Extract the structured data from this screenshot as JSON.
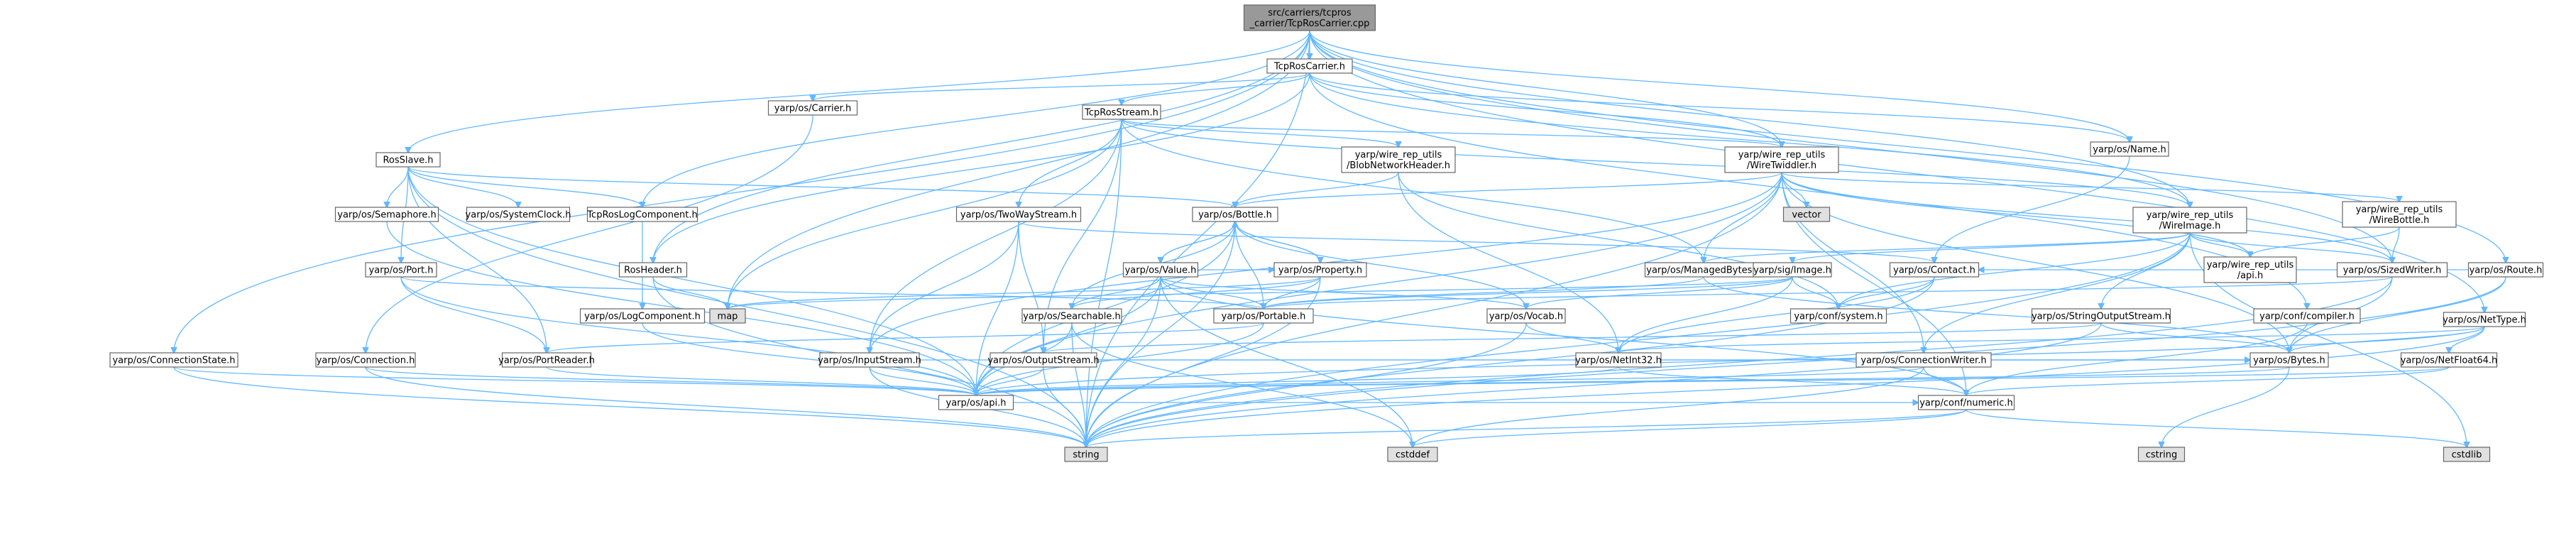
{
  "diagram": {
    "nodes": [
      {
        "id": "root",
        "lines": [
          "src/carriers/tcpros",
          "_carrier/TcpRosCarrier.cpp"
        ],
        "kind": "root"
      },
      {
        "id": "tcprosh",
        "lines": [
          "TcpRosCarrier.h"
        ],
        "kind": "normal"
      },
      {
        "id": "carrier",
        "lines": [
          "yarp/os/Carrier.h"
        ],
        "kind": "normal"
      },
      {
        "id": "stream",
        "lines": [
          "TcpRosStream.h"
        ],
        "kind": "normal"
      },
      {
        "id": "blob",
        "lines": [
          "yarp/wire_rep_utils",
          "/BlobNetworkHeader.h"
        ],
        "kind": "normal"
      },
      {
        "id": "twiddler",
        "lines": [
          "yarp/wire_rep_utils",
          "/WireTwiddler.h"
        ],
        "kind": "normal"
      },
      {
        "id": "name",
        "lines": [
          "yarp/os/Name.h"
        ],
        "kind": "normal"
      },
      {
        "id": "rosslave",
        "lines": [
          "RosSlave.h"
        ],
        "kind": "normal"
      },
      {
        "id": "semaphore",
        "lines": [
          "yarp/os/Semaphore.h"
        ],
        "kind": "normal"
      },
      {
        "id": "sysclock",
        "lines": [
          "yarp/os/SystemClock.h"
        ],
        "kind": "missing"
      },
      {
        "id": "tcpros_log",
        "lines": [
          "TcpRosLogComponent.h"
        ],
        "kind": "normal"
      },
      {
        "id": "twoway",
        "lines": [
          "yarp/os/TwoWayStream.h"
        ],
        "kind": "normal"
      },
      {
        "id": "bottle",
        "lines": [
          "yarp/os/Bottle.h"
        ],
        "kind": "normal"
      },
      {
        "id": "wireimage",
        "lines": [
          "yarp/wire_rep_utils",
          "/WireImage.h"
        ],
        "kind": "normal"
      },
      {
        "id": "wirebottle",
        "lines": [
          "yarp/wire_rep_utils",
          "/WireBottle.h"
        ],
        "kind": "normal"
      },
      {
        "id": "vector",
        "lines": [
          "vector"
        ],
        "kind": "system"
      },
      {
        "id": "route",
        "lines": [
          "yarp/os/Route.h"
        ],
        "kind": "normal"
      },
      {
        "id": "port",
        "lines": [
          "yarp/os/Port.h"
        ],
        "kind": "missing"
      },
      {
        "id": "rosheader",
        "lines": [
          "RosHeader.h"
        ],
        "kind": "normal"
      },
      {
        "id": "value",
        "lines": [
          "yarp/os/Value.h"
        ],
        "kind": "normal"
      },
      {
        "id": "property",
        "lines": [
          "yarp/os/Property.h"
        ],
        "kind": "normal"
      },
      {
        "id": "managedbytes",
        "lines": [
          "yarp/os/ManagedBytes.h"
        ],
        "kind": "missing"
      },
      {
        "id": "contact",
        "lines": [
          "yarp/os/Contact.h"
        ],
        "kind": "missing"
      },
      {
        "id": "sigimage",
        "lines": [
          "yarp/sig/Image.h"
        ],
        "kind": "missing"
      },
      {
        "id": "wireapi",
        "lines": [
          "yarp/wire_rep_utils",
          "/api.h"
        ],
        "kind": "missing"
      },
      {
        "id": "sizedwriter",
        "lines": [
          "yarp/os/SizedWriter.h"
        ],
        "kind": "missing"
      },
      {
        "id": "logcomp",
        "lines": [
          "yarp/os/LogComponent.h"
        ],
        "kind": "missing"
      },
      {
        "id": "map",
        "lines": [
          "map"
        ],
        "kind": "system"
      },
      {
        "id": "searchable",
        "lines": [
          "yarp/os/Searchable.h"
        ],
        "kind": "normal"
      },
      {
        "id": "portable",
        "lines": [
          "yarp/os/Portable.h"
        ],
        "kind": "missing"
      },
      {
        "id": "vocab",
        "lines": [
          "yarp/os/Vocab.h"
        ],
        "kind": "normal"
      },
      {
        "id": "confsystem",
        "lines": [
          "yarp/conf/system.h"
        ],
        "kind": "normal"
      },
      {
        "id": "stringout",
        "lines": [
          "yarp/os/StringOutputStream.h"
        ],
        "kind": "normal"
      },
      {
        "id": "compiler",
        "lines": [
          "yarp/conf/compiler.h"
        ],
        "kind": "normal"
      },
      {
        "id": "nettype",
        "lines": [
          "yarp/os/NetType.h"
        ],
        "kind": "normal"
      },
      {
        "id": "connstate",
        "lines": [
          "yarp/os/ConnectionState.h"
        ],
        "kind": "normal"
      },
      {
        "id": "connection",
        "lines": [
          "yarp/os/Connection.h"
        ],
        "kind": "normal"
      },
      {
        "id": "portreader",
        "lines": [
          "yarp/os/PortReader.h"
        ],
        "kind": "normal"
      },
      {
        "id": "inputstream",
        "lines": [
          "yarp/os/InputStream.h"
        ],
        "kind": "normal"
      },
      {
        "id": "outputstream",
        "lines": [
          "yarp/os/OutputStream.h"
        ],
        "kind": "normal"
      },
      {
        "id": "netint32",
        "lines": [
          "yarp/os/NetInt32.h"
        ],
        "kind": "normal"
      },
      {
        "id": "connwriter",
        "lines": [
          "yarp/os/ConnectionWriter.h"
        ],
        "kind": "normal"
      },
      {
        "id": "bytes",
        "lines": [
          "yarp/os/Bytes.h"
        ],
        "kind": "normal"
      },
      {
        "id": "netfloat64",
        "lines": [
          "yarp/os/NetFloat64.h"
        ],
        "kind": "normal"
      },
      {
        "id": "api",
        "lines": [
          "yarp/os/api.h"
        ],
        "kind": "missing"
      },
      {
        "id": "numeric",
        "lines": [
          "yarp/conf/numeric.h"
        ],
        "kind": "missing"
      },
      {
        "id": "string",
        "lines": [
          "string"
        ],
        "kind": "system"
      },
      {
        "id": "cstddef",
        "lines": [
          "cstddef"
        ],
        "kind": "system"
      },
      {
        "id": "cstring",
        "lines": [
          "cstring"
        ],
        "kind": "system"
      },
      {
        "id": "cstdlib",
        "lines": [
          "cstdlib"
        ],
        "kind": "system"
      }
    ],
    "edges": [
      [
        "root",
        "tcprosh"
      ],
      [
        "root",
        "rosslave"
      ],
      [
        "root",
        "tcpros_log"
      ],
      [
        "root",
        "map"
      ],
      [
        "root",
        "connstate"
      ],
      [
        "root",
        "string"
      ],
      [
        "root",
        "route"
      ],
      [
        "root",
        "nettype"
      ],
      [
        "root",
        "wireimage"
      ],
      [
        "root",
        "rosheader"
      ],
      [
        "root",
        "name"
      ],
      [
        "root",
        "twiddler"
      ],
      [
        "root",
        "sizedwriter"
      ],
      [
        "tcprosh",
        "carrier"
      ],
      [
        "tcprosh",
        "stream"
      ],
      [
        "tcprosh",
        "twiddler"
      ],
      [
        "tcprosh",
        "name"
      ],
      [
        "tcprosh",
        "wireimage"
      ],
      [
        "tcprosh",
        "rosheader"
      ],
      [
        "tcprosh",
        "compiler"
      ],
      [
        "carrier",
        "connection"
      ],
      [
        "stream",
        "blob"
      ],
      [
        "stream",
        "twiddler"
      ],
      [
        "stream",
        "twoway"
      ],
      [
        "stream",
        "inputstream"
      ],
      [
        "stream",
        "outputstream"
      ],
      [
        "stream",
        "managedbytes"
      ],
      [
        "stream",
        "string"
      ],
      [
        "stream",
        "map"
      ],
      [
        "stream",
        "wireimage"
      ],
      [
        "blob",
        "bottle"
      ],
      [
        "blob",
        "netint32"
      ],
      [
        "blob",
        "confsystem"
      ],
      [
        "twiddler",
        "bottle"
      ],
      [
        "twiddler",
        "vector"
      ],
      [
        "twiddler",
        "managedbytes"
      ],
      [
        "twiddler",
        "wirebottle"
      ],
      [
        "twiddler",
        "sizedwriter"
      ],
      [
        "twiddler",
        "wireapi"
      ],
      [
        "twiddler",
        "connwriter"
      ],
      [
        "twiddler",
        "string"
      ],
      [
        "twiddler",
        "bytes"
      ],
      [
        "twiddler",
        "inputstream"
      ],
      [
        "twiddler",
        "numeric"
      ],
      [
        "twiddler",
        "api"
      ],
      [
        "name",
        "contact"
      ],
      [
        "rosslave",
        "semaphore"
      ],
      [
        "rosslave",
        "sysclock"
      ],
      [
        "rosslave",
        "tcpros_log"
      ],
      [
        "rosslave",
        "port"
      ],
      [
        "rosslave",
        "bottle"
      ],
      [
        "rosslave",
        "string"
      ],
      [
        "rosslave",
        "portreader"
      ],
      [
        "rosslave",
        "api"
      ],
      [
        "semaphore",
        "api"
      ],
      [
        "tcpros_log",
        "logcomp"
      ],
      [
        "logcomp",
        "api"
      ],
      [
        "twoway",
        "inputstream"
      ],
      [
        "twoway",
        "outputstream"
      ],
      [
        "twoway",
        "contact"
      ],
      [
        "twoway",
        "api"
      ],
      [
        "bottle",
        "value"
      ],
      [
        "bottle",
        "property"
      ],
      [
        "bottle",
        "portable"
      ],
      [
        "bottle",
        "searchable"
      ],
      [
        "bottle",
        "string"
      ],
      [
        "bottle",
        "api"
      ],
      [
        "bottle",
        "vocab"
      ],
      [
        "value",
        "bottle"
      ],
      [
        "value",
        "property"
      ],
      [
        "value",
        "portable"
      ],
      [
        "value",
        "searchable"
      ],
      [
        "value",
        "vocab"
      ],
      [
        "value",
        "numeric"
      ],
      [
        "value",
        "api"
      ],
      [
        "value",
        "string"
      ],
      [
        "value",
        "cstddef"
      ],
      [
        "property",
        "bottle"
      ],
      [
        "property",
        "portable"
      ],
      [
        "property",
        "searchable"
      ],
      [
        "property",
        "map"
      ],
      [
        "property",
        "string"
      ],
      [
        "port",
        "portable"
      ],
      [
        "port",
        "portreader"
      ],
      [
        "port",
        "api"
      ],
      [
        "rosheader",
        "map"
      ],
      [
        "rosheader",
        "string"
      ],
      [
        "wireimage",
        "sigimage"
      ],
      [
        "wireimage",
        "managedbytes"
      ],
      [
        "wireimage",
        "wireapi"
      ],
      [
        "wireimage",
        "sizedwriter"
      ],
      [
        "wireimage",
        "stringout"
      ],
      [
        "wireimage",
        "connwriter"
      ],
      [
        "wireimage",
        "confsystem"
      ],
      [
        "wireimage",
        "string"
      ],
      [
        "wireimage",
        "cstdlib"
      ],
      [
        "wirebottle",
        "wireapi"
      ],
      [
        "wirebottle",
        "sizedwriter"
      ],
      [
        "managedbytes",
        "bytes"
      ],
      [
        "managedbytes",
        "portable"
      ],
      [
        "contact",
        "confsystem"
      ],
      [
        "contact",
        "netint32"
      ],
      [
        "contact",
        "string"
      ],
      [
        "sigimage",
        "portable"
      ],
      [
        "sigimage",
        "vocab"
      ],
      [
        "sigimage",
        "confsystem"
      ],
      [
        "sigimage",
        "netint32"
      ],
      [
        "sigimage",
        "map"
      ],
      [
        "sizedwriter",
        "portable"
      ],
      [
        "sizedwriter",
        "string"
      ],
      [
        "sizedwriter",
        "bytes"
      ],
      [
        "route",
        "contact"
      ],
      [
        "route",
        "bytes"
      ],
      [
        "route",
        "string"
      ],
      [
        "searchable",
        "api"
      ],
      [
        "searchable",
        "string"
      ],
      [
        "searchable",
        "cstddef"
      ],
      [
        "portable",
        "portreader"
      ],
      [
        "portable",
        "api"
      ],
      [
        "vocab",
        "netint32"
      ],
      [
        "vocab",
        "string"
      ],
      [
        "stringout",
        "outputstream"
      ],
      [
        "stringout",
        "bytes"
      ],
      [
        "stringout",
        "string"
      ],
      [
        "compiler",
        "numeric"
      ],
      [
        "nettype",
        "netint32"
      ],
      [
        "nettype",
        "netfloat64"
      ],
      [
        "nettype",
        "bytes"
      ],
      [
        "nettype",
        "string"
      ],
      [
        "nettype",
        "api"
      ],
      [
        "connstate",
        "api"
      ],
      [
        "connstate",
        "string"
      ],
      [
        "connection",
        "api"
      ],
      [
        "connection",
        "string"
      ],
      [
        "portreader",
        "api"
      ],
      [
        "inputstream",
        "bytes"
      ],
      [
        "inputstream",
        "api"
      ],
      [
        "inputstream",
        "string"
      ],
      [
        "outputstream",
        "bytes"
      ],
      [
        "outputstream",
        "api"
      ],
      [
        "outputstream",
        "string"
      ],
      [
        "netint32",
        "numeric"
      ],
      [
        "netint32",
        "api"
      ],
      [
        "connwriter",
        "bytes"
      ],
      [
        "connwriter",
        "numeric"
      ],
      [
        "connwriter",
        "api"
      ],
      [
        "connwriter",
        "cstddef"
      ],
      [
        "bytes",
        "cstring"
      ],
      [
        "bytes",
        "api"
      ],
      [
        "netfloat64",
        "numeric"
      ],
      [
        "netfloat64",
        "api"
      ],
      [
        "api",
        "numeric"
      ],
      [
        "numeric",
        "string"
      ],
      [
        "numeric",
        "cstddef"
      ],
      [
        "numeric",
        "cstdlib"
      ]
    ]
  },
  "colors": {
    "edge": "#63b8ff",
    "root_fill": "#999999",
    "normal_fill": "#ffffff",
    "system_fill": "#e0e0e0",
    "missing_stroke": "#ff0000",
    "default_stroke": "#666666"
  }
}
